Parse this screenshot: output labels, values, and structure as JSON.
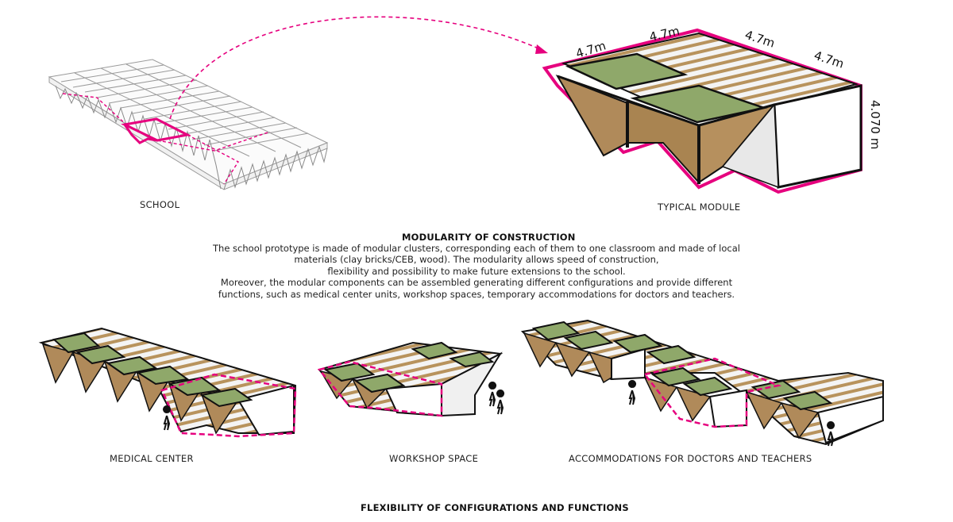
{
  "captions": {
    "school": "SCHOOL",
    "typical_module": "TYPICAL MODULE",
    "medical_center": "MEDICAL CENTER",
    "workshop_space": "WORKSHOP SPACE",
    "accommodations": "ACCOMMODATIONS FOR DOCTORS AND TEACHERS"
  },
  "dimensions": {
    "width_1": "4.7m",
    "width_2": "4.7m",
    "length_1": "4.7m",
    "length_2": "4.7m",
    "height": "4.070 m"
  },
  "modularity": {
    "title": "MODULARITY OF CONSTRUCTION",
    "lines": [
      "The school prototype is made of modular clusters, corresponding each of them to one classroom and made of local",
      "materials (clay bricks/CEB, wood). The modularity allows speed of construction,",
      "flexibility and possibility to make future extensions to the school.",
      "Moreover, the modular components can be assembled generating different configurations and provide different",
      "functions, such as medical center units, workshop spaces, temporary accommodations for doctors and teachers."
    ]
  },
  "footer_title": "FLEXIBILITY OF CONFIGURATIONS AND FUNCTIONS",
  "colors": {
    "accent": "#e6007e",
    "roof_green": "#8fa86a",
    "wood": "#b08a5a",
    "outline": "#111111"
  }
}
